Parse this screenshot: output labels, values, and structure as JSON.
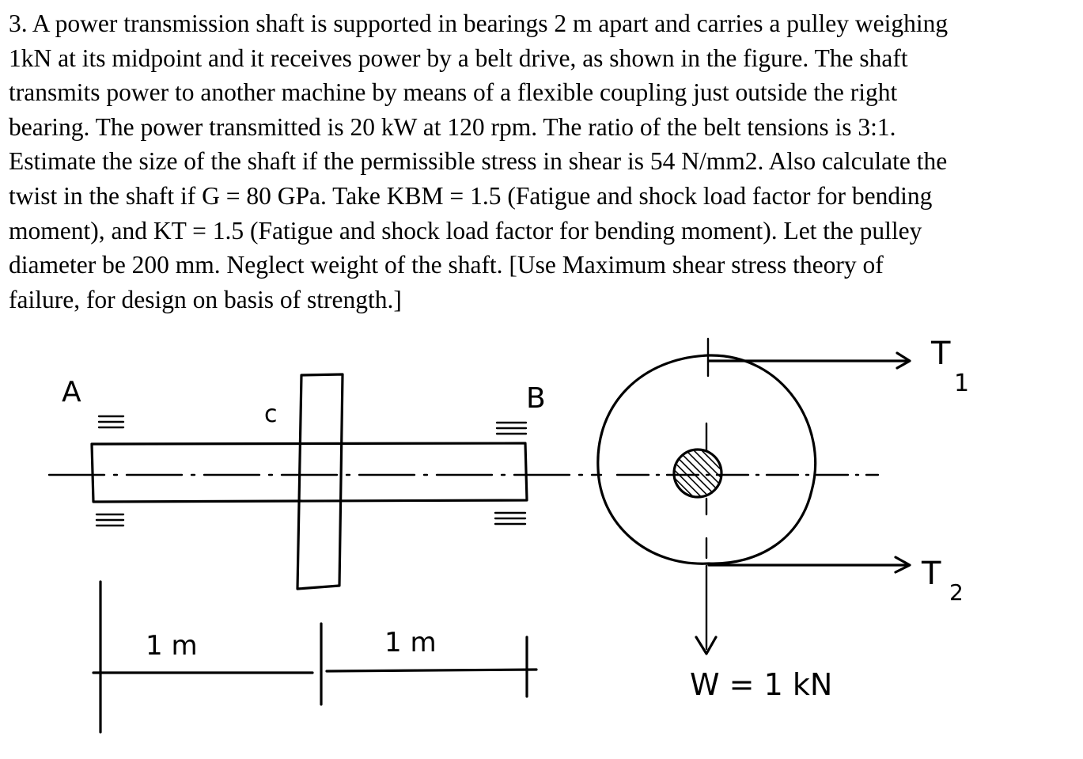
{
  "problem": {
    "lines": [
      "3. A power transmission shaft is supported in bearings 2 m apart and carries a pulley weighing",
      "1kN at its midpoint and it receives power by a belt drive, as shown in the figure. The shaft",
      "transmits power to another machine by means of a flexible coupling just outside the right",
      "bearing. The power transmitted is 20 kW at 120 rpm. The ratio of the belt tensions is 3:1.",
      "Estimate the size of the shaft if the permissible stress in shear is 54 N/mm2. Also calculate the",
      "twist in the shaft if G = 80 GPa. Take KBM = 1.5 (Fatigue and shock load factor for bending",
      "moment), and KT = 1.5 (Fatigue and shock load factor for bending moment). Let the pulley",
      "diameter be 200 mm. Neglect weight of the shaft. [Use Maximum shear stress theory of",
      "failure, for design on basis of strength.]"
    ]
  },
  "figure": {
    "labels": {
      "bearing_left": "A",
      "pulley_point": "c",
      "bearing_right": "B",
      "tension_tight": "T",
      "tension_tight_sub": "1",
      "tension_slack": "T",
      "tension_slack_sub": "2",
      "weight": "W = 1 kN",
      "span_left": "1 m",
      "span_right": "1 m"
    }
  }
}
